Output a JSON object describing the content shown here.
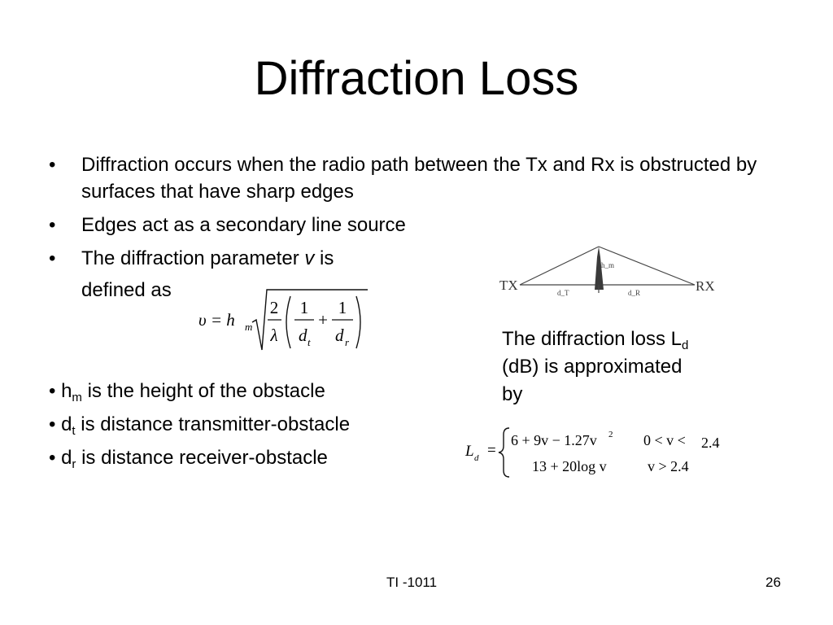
{
  "title": "Diffraction Loss",
  "bullets": [
    {
      "marker": "•",
      "text": "Diffraction occurs when the radio path between the Tx and Rx is obstructed by surfaces that have sharp edges"
    },
    {
      "marker": "•",
      "text": "Edges act as a secondary line source"
    },
    {
      "marker": "•",
      "text_before": "The diffraction parameter ",
      "italic": "v",
      "text_after": " is",
      "continuation": "defined as"
    }
  ],
  "formula_v": {
    "lhs": "υ = h",
    "lhs_sub": "m",
    "frac_num": "2",
    "frac_den": "λ",
    "one": "1",
    "dt": "d",
    "dt_sub": "t",
    "dr": "d",
    "dr_sub": "r",
    "plus": "+"
  },
  "definitions": [
    {
      "prefix": "• h",
      "sub": "m",
      "text": " is the height of the obstacle"
    },
    {
      "prefix": "• d",
      "sub": "t",
      "text": " is distance transmitter-obstacle"
    },
    {
      "prefix": "• d",
      "sub": "r",
      "text": " is distance receiver-obstacle"
    }
  ],
  "diagram": {
    "tx": "TX",
    "rx": "RX",
    "hm": "h_m",
    "dt": "d_T",
    "dr": "d_R"
  },
  "note": {
    "line1": "The diffraction loss L",
    "line1_sub": "d",
    "line2": "(dB) is approximated",
    "line3": "by"
  },
  "formula_ld": {
    "lhs": "L",
    "lhs_sub": "d",
    "eq": "=",
    "case1_expr": "6 + 9v − 1.27v",
    "case1_sup": "2",
    "case1_cond": "0 < v <",
    "case1_limit": "2.4",
    "case2_expr": "13 + 20log v",
    "case2_cond": "v > 2.4"
  },
  "footer": {
    "center": "TI -1011",
    "page": "26"
  }
}
